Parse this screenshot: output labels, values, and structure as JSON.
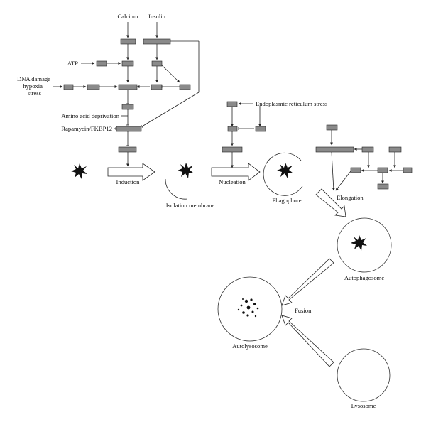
{
  "labels": {
    "calcium": "Calcium",
    "insulin": "Insulin",
    "atp": "ATP",
    "dna_damage": [
      "DNA damage",
      "hypoxia",
      "stress"
    ],
    "amino_acid": "Amino acid deprivation",
    "rapamycin": "Rapamycin/FKBP12",
    "er_stress": "Endoplasmic reticulum stress",
    "induction": "Induction",
    "nucleation": "Nucleation",
    "elongation": "Elongation",
    "isolation_membrane": "Isolation membrane",
    "phagophore": "Phagophore",
    "autophagosome": "Autophagosome",
    "fusion": "Fusion",
    "autolysosome": "Autolysosome",
    "lysosome": "Lysosome"
  },
  "colors": {
    "box_fill": "#8a8a8a",
    "line": "#222222"
  }
}
